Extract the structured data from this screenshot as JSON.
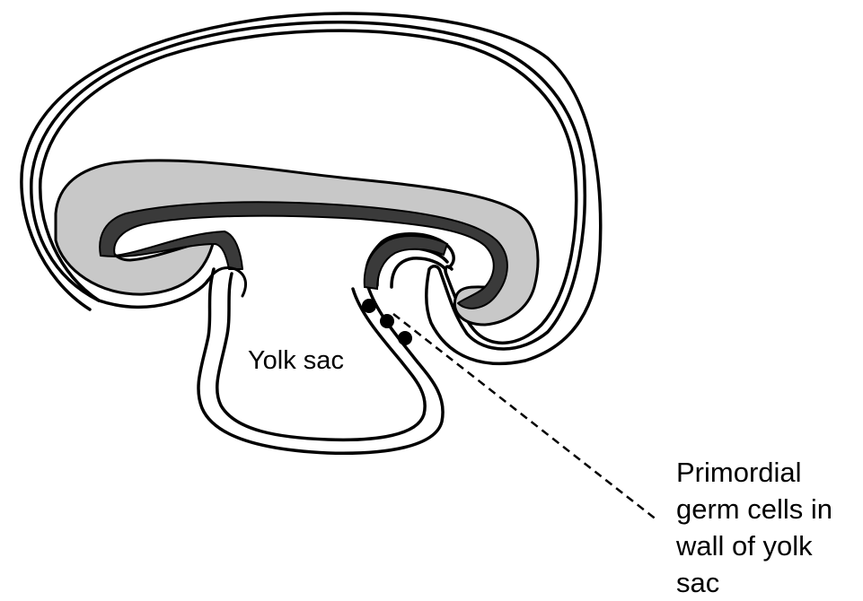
{
  "labels": {
    "yolk_sac": "Yolk sac",
    "primordial_germ_cells": [
      "Primordial",
      "germ cells in",
      "wall of yolk",
      "sac"
    ]
  },
  "colors": {
    "background": "#ffffff",
    "outline": "#000000",
    "mesoderm_fill": "#c8c8c8",
    "germ_layer_band": "#3a3a3a",
    "germ_cells": "#000000"
  }
}
